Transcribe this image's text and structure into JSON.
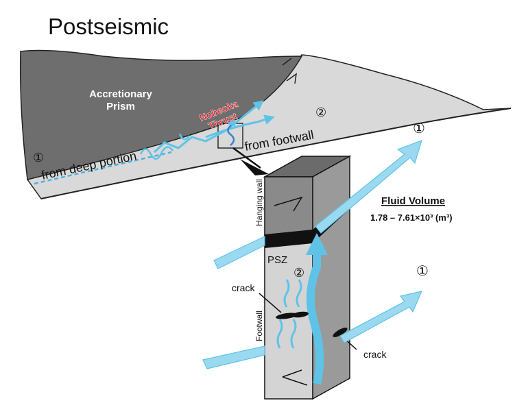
{
  "title": "Postseismic",
  "labels": {
    "accretionary_prism_line1": "Accretionary",
    "accretionary_prism_line2": "Prism",
    "nobeoka_line1": "Nobeoka",
    "nobeoka_line2": "Thrust",
    "from_footwall": "from footwall",
    "from_deep_portion": "from deep portion",
    "hanging_wall": "Hanging wall",
    "psz": "PSZ",
    "footwall": "Footwall",
    "crack_left": "crack",
    "crack_right": "crack",
    "fluid_volume_title": "Fluid Volume",
    "fluid_volume_value": "1.78 – 7.61×10³ (m³)"
  },
  "markers": {
    "one": "①",
    "two": "②"
  },
  "colors": {
    "prism_dark": "#6e6e6e",
    "slab_light": "#d9d9d9",
    "fluid_blue": "#5fc3e8",
    "fluid_blue_light": "#9bd9f0",
    "nobeoka_red": "#e0202a",
    "block_front": "#d4d4d4",
    "block_top": "#6b6b6b",
    "block_side": "#9a9a9a",
    "psz_black": "#111111"
  }
}
